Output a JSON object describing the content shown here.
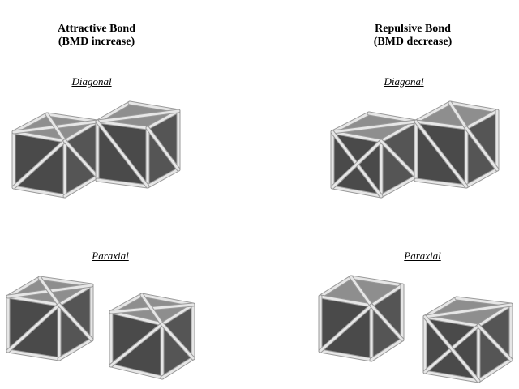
{
  "columns": [
    {
      "title": "Attractive Bond",
      "subtitle": "(BMD increase)"
    },
    {
      "title": "Repulsive Bond",
      "subtitle": "(BMD decrease)"
    }
  ],
  "rows": [
    {
      "label": "Diagonal"
    },
    {
      "label": "Paraxial"
    }
  ],
  "colors": {
    "top_face": "#8e8e8e",
    "left_face": "#4a4a4a",
    "right_face": "#555555",
    "edge": "#e6e6e6",
    "edge_shadow": "#9a9a9a",
    "text": "#000000"
  }
}
